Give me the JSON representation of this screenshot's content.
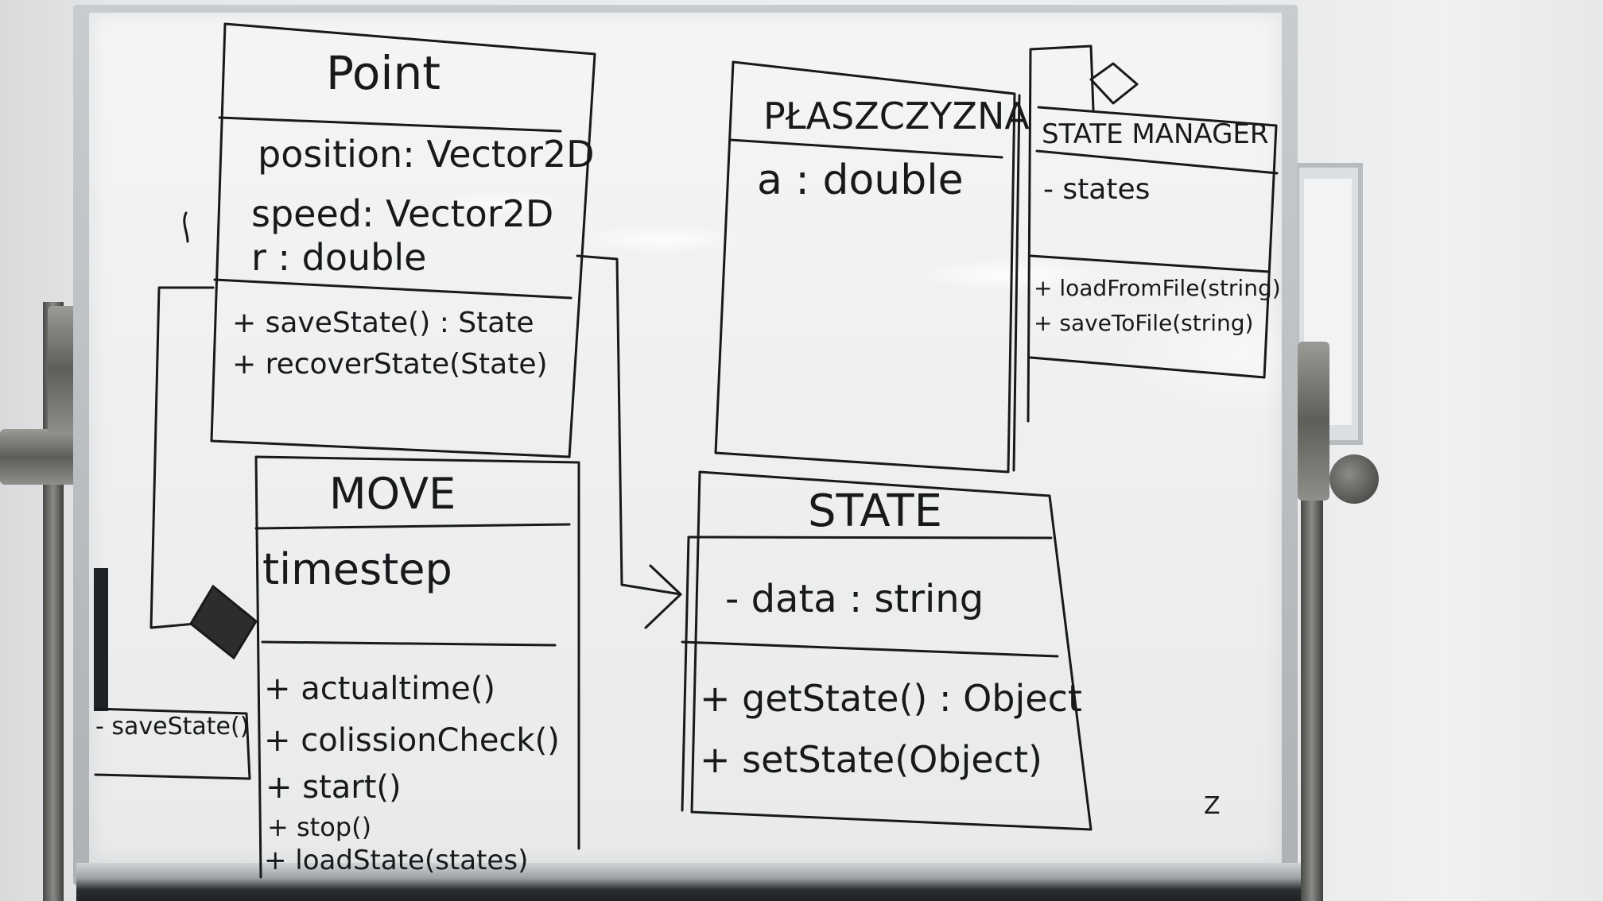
{
  "point": {
    "name": "Point",
    "attributes": [
      "position: Vector2D",
      "speed: Vector2D",
      "r : double"
    ],
    "methods": [
      "+ saveState() : State",
      "+ recoverState(State)"
    ]
  },
  "plaszczyzna": {
    "name": "PŁASZCZYZNA",
    "attributes": [
      "a : double"
    ]
  },
  "state_manager": {
    "name": "STATE MANAGER",
    "attributes": [
      "- states"
    ],
    "methods": [
      "+ loadFromFile(string)",
      "+ saveToFile(string)"
    ]
  },
  "move": {
    "name": "MOVE",
    "attributes": [
      "timestep"
    ],
    "methods": [
      "+ actualtime()",
      "+ colissionCheck()",
      "+ start()",
      "+ stop()",
      "+ loadState(states)"
    ]
  },
  "state": {
    "name": "STATE",
    "attributes": [
      "- data : string"
    ],
    "methods": [
      "+ getState() : Object",
      "+ setState(Object)"
    ]
  },
  "side_note": "- saveState()",
  "corner_mark": "Z",
  "colors": {
    "ink": "#17191b",
    "board": "#eef0f1",
    "frame": "#b3b6b9"
  }
}
